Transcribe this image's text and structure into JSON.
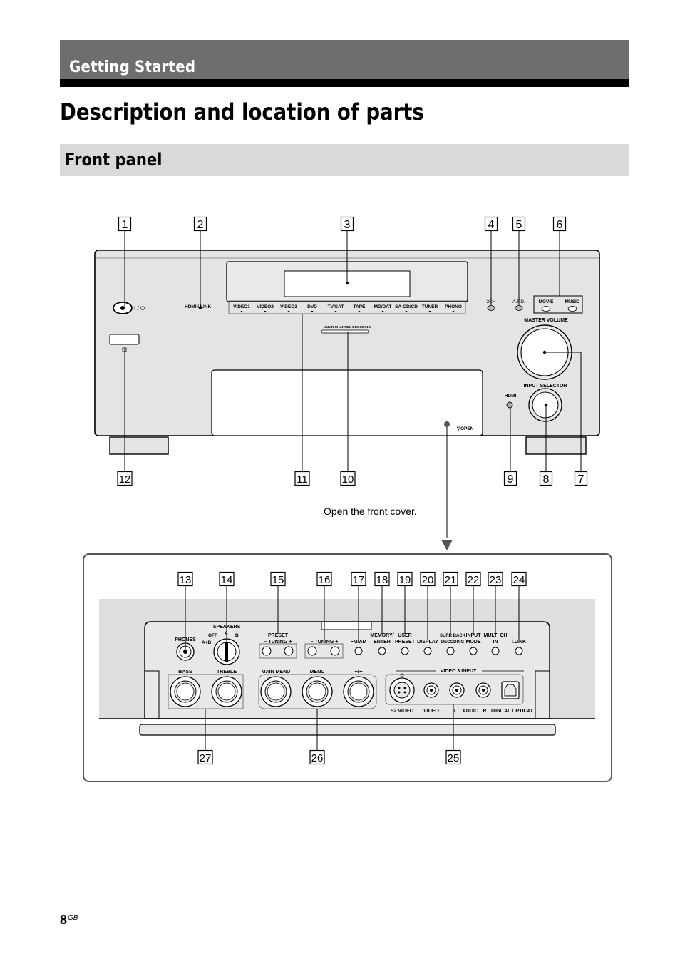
{
  "header": {
    "section": "Getting Started",
    "title": "Description and location of parts",
    "subsection": "Front panel"
  },
  "callouts": [
    "1",
    "2",
    "3",
    "4",
    "5",
    "6",
    "7",
    "8",
    "9",
    "10",
    "11",
    "12",
    "13",
    "14",
    "15",
    "16",
    "17",
    "18",
    "19",
    "20",
    "21",
    "22",
    "23",
    "24",
    "25",
    "26",
    "27"
  ],
  "panel_labels": {
    "power": "I / ⏻",
    "hdmi_link": "HDMI i.LINK",
    "inputs": [
      "VIDEO1",
      "VIDEO2",
      "VIDEO3",
      "DVD",
      "TV/SAT",
      "TAPE",
      "MD/DAT",
      "SA-CD/CD",
      "TUNER",
      "PHONO"
    ],
    "two_ch": "2CH",
    "afd": "A.F.D.",
    "movie": "MOVIE",
    "music": "MUSIC",
    "multi_channel": "MULTI CHANNEL DECODING",
    "master_volume": "MASTER VOLUME",
    "input_selector": "INPUT SELECTOR",
    "hdmi": "HDMI",
    "open": "▽OPEN"
  },
  "caption": "Open the front cover.",
  "cover_labels": {
    "speakers": "SPEAKERS",
    "off": "OFF",
    "a": "A",
    "b": "B",
    "ab": "A+B",
    "phones": "PHONES",
    "preset": "PRESET",
    "preset_tuning": "– TUNING +",
    "tuning": "– TUNING +",
    "fm_am": "FM/AM",
    "memory": "MEMORY/",
    "enter": "ENTER",
    "user": "USER",
    "user_preset": "PRESET",
    "display": "DISPLAY",
    "surr_back": "SURR BACK",
    "decoding": "DECODING",
    "input": "INPUT",
    "mode": "MODE",
    "multi_ch": "MULTI CH",
    "in": "IN",
    "ilink": "i.LINK",
    "bass": "BASS",
    "treble": "TREBLE",
    "main_menu": "MAIN MENU",
    "menu": "MENU",
    "minus_plus": "–/+",
    "video3_input": "VIDEO 3 INPUT",
    "s2_video": "S2 VIDEO",
    "video": "VIDEO",
    "l": "L",
    "audio": "AUDIO",
    "r": "R",
    "digital_optical": "DIGITAL OPTICAL"
  },
  "footer": {
    "page": "8",
    "suffix": "GB"
  }
}
